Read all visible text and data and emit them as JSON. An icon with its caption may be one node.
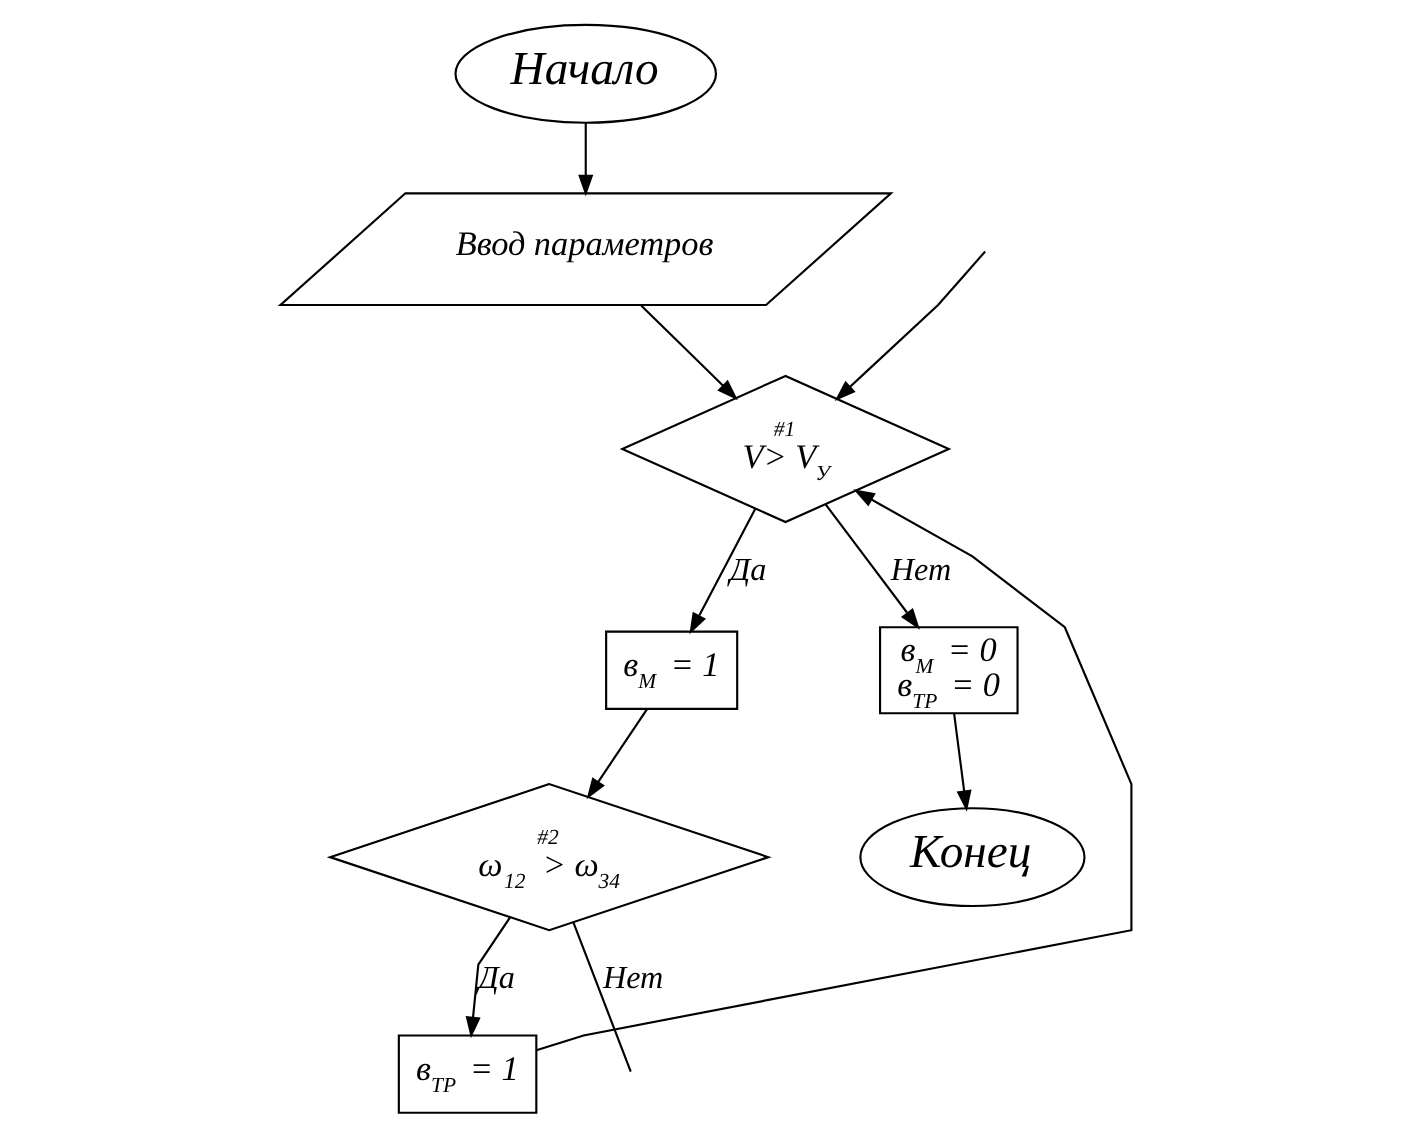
{
  "diagram": {
    "nodes": [
      {
        "text": [
          "Начало"
        ]
      },
      {
        "text": [
          "Ввод параметров"
        ]
      },
      {
        "text": [
          "#1",
          "V> V$_{У}$"
        ]
      },
      {
        "text": [
          "в$_{М}$ = 1"
        ]
      },
      {
        "text": [
          "в$_{ТР}$ = 1"
        ]
      },
      {
        "text": [
          "в$_{М}$ = 0",
          "в$_{ТР}$ = 0"
        ]
      },
      {
        "text": [
          "#2",
          "ω$_{12}$ > ω$_{34}$"
        ]
      },
      {
        "text": [
          "Конец"
        ]
      }
    ],
    "edges": [
      {
        "from": 0,
        "to": 1,
        "arrow": "to"
      },
      {
        "from": 1,
        "to": 2,
        "arrow": "to"
      },
      {
        "from": 2,
        "to": 3,
        "label": "Да",
        "arrow": "to"
      },
      {
        "from": 2,
        "to": 5,
        "label": "Нет",
        "arrow": "to"
      },
      {
        "from": 3,
        "to": 6,
        "arrow": "to"
      },
      {
        "from": 5,
        "to": 7,
        "arrow": "to"
      },
      {
        "from": 6,
        "to": 4,
        "label": "Да",
        "arrow": "to"
      },
      {
        "from": 4,
        "to": 2,
        "arrow": "to"
      },
      {
        "from": 6,
        "to": null,
        "label": "Нет",
        "arrow": "none"
      },
      {
        "from": null,
        "to": 2,
        "arrow": "to"
      }
    ]
  }
}
